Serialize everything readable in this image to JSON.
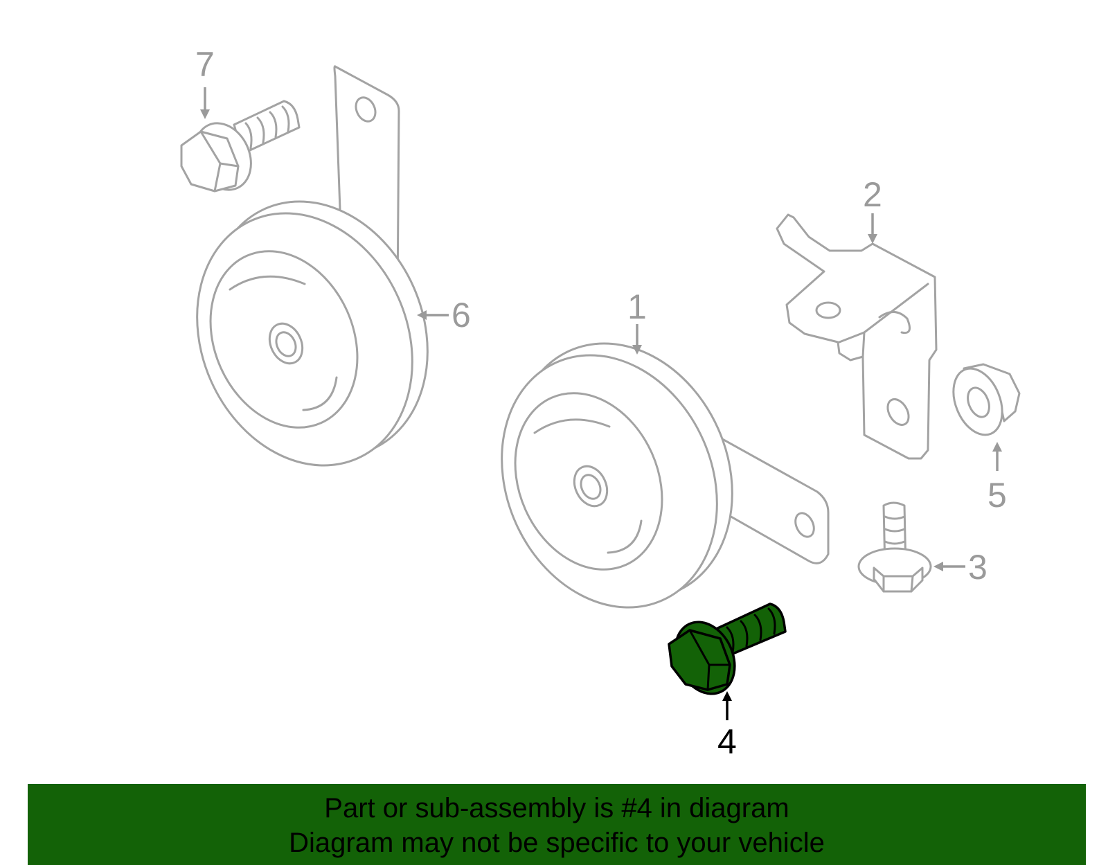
{
  "diagram": {
    "callouts": [
      "1",
      "2",
      "3",
      "4",
      "5",
      "6",
      "7"
    ],
    "highlighted_part": "4"
  },
  "banner": {
    "line1": "Part or sub-assembly is #4 in diagram",
    "line2": "Diagram may not be specific to your vehicle"
  },
  "colors": {
    "highlight_fill": "#136207",
    "banner_background": "#136207",
    "part_outline": "#a3a3a3"
  }
}
